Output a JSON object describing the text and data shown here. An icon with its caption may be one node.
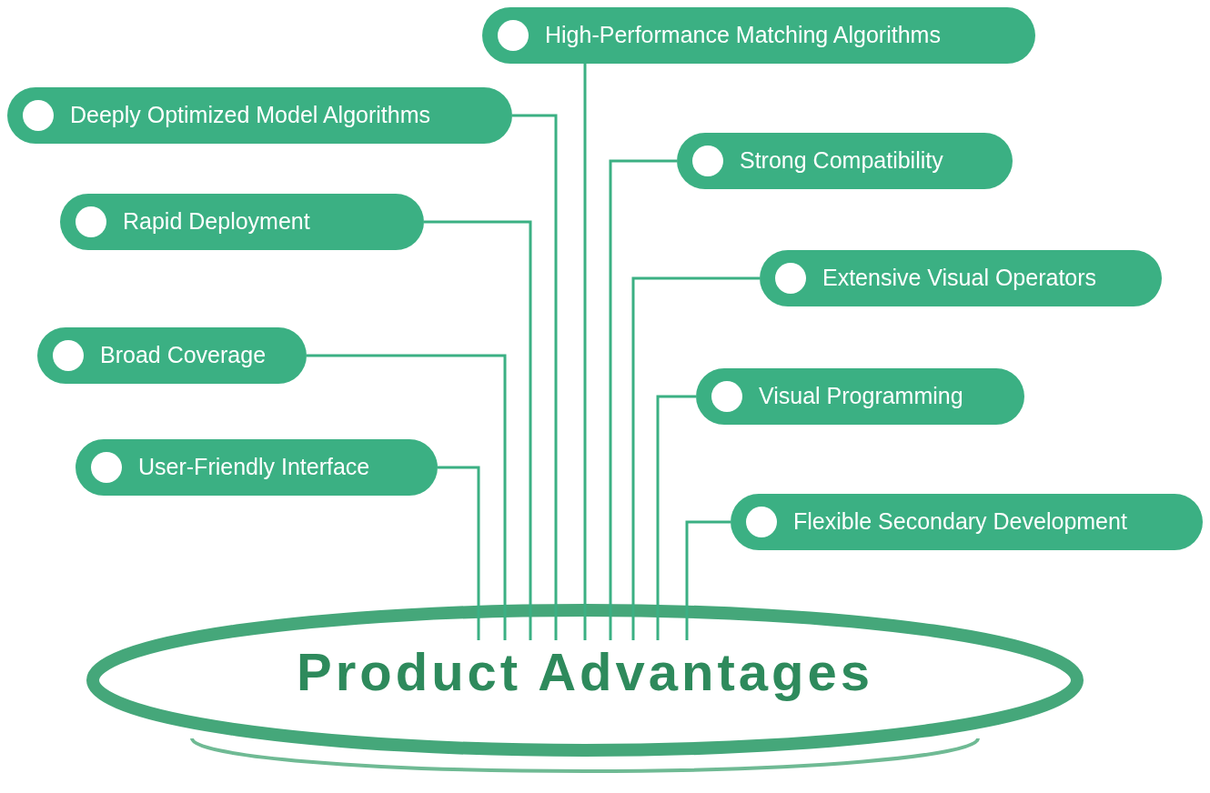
{
  "diagram": {
    "nodes": [
      {
        "text": [
          "High-Performance Matching Algorithms"
        ]
      },
      {
        "text": [
          "Deeply Optimized Model Algorithms"
        ]
      },
      {
        "text": [
          "Strong Compatibility"
        ]
      },
      {
        "text": [
          "Rapid Deployment"
        ]
      },
      {
        "text": [
          "Extensive Visual Operators"
        ]
      },
      {
        "text": [
          "Broad Coverage"
        ]
      },
      {
        "text": [
          "Visual Programming"
        ]
      },
      {
        "text": [
          "User-Friendly Interface"
        ]
      },
      {
        "text": [
          "Flexible Secondary Development"
        ]
      },
      {
        "text": [
          "Product Advantages"
        ]
      }
    ],
    "edges": [
      {
        "from": 0,
        "to": 9,
        "arrow": "none"
      },
      {
        "from": 1,
        "to": 9,
        "arrow": "none"
      },
      {
        "from": 2,
        "to": 9,
        "arrow": "none"
      },
      {
        "from": 3,
        "to": 9,
        "arrow": "none"
      },
      {
        "from": 4,
        "to": 9,
        "arrow": "none"
      },
      {
        "from": 5,
        "to": 9,
        "arrow": "none"
      },
      {
        "from": 6,
        "to": 9,
        "arrow": "none"
      },
      {
        "from": 7,
        "to": 9,
        "arrow": "none"
      },
      {
        "from": 8,
        "to": 9,
        "arrow": "none"
      }
    ]
  }
}
